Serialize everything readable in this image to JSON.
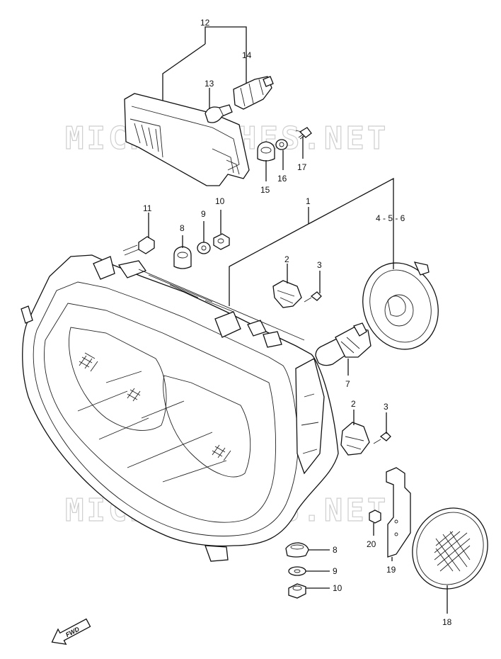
{
  "watermark": "MICROFICHES.NET",
  "fwd_label": "FWD",
  "callouts": {
    "c1": "1",
    "c2a": "2",
    "c2b": "2",
    "c3a": "3",
    "c3b": "3",
    "c456": "4 - 5 - 6",
    "c7": "7",
    "c8a": "8",
    "c8b": "8",
    "c9a": "9",
    "c9b": "9",
    "c10a": "10",
    "c10b": "10",
    "c11": "11",
    "c12": "12",
    "c13": "13",
    "c14": "14",
    "c15": "15",
    "c16": "16",
    "c17": "17",
    "c18": "18",
    "c19": "19",
    "c20": "20"
  }
}
